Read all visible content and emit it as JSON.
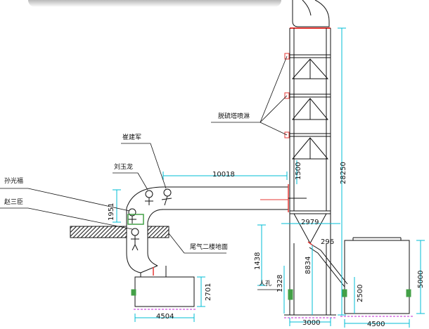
{
  "labels": {
    "desulfurization_spray": "脱硫塔喷淋",
    "worker_cui": "崔建军",
    "worker_liu": "刘玉龙",
    "worker_sun": "孙光福",
    "worker_zhao": "赵三臣",
    "exhaust_floor": "尾气二楼地面",
    "manhole": "人孔"
  },
  "dimensions": {
    "duct_length": "10018",
    "tower_height": "28250",
    "spray_spacing": "1500",
    "tower_width_upper": "2979",
    "cone_height": "1438",
    "manhole_height": "1328",
    "tower_lower_height": "8834",
    "pipe_angle": "296",
    "elbow_height": "1951",
    "fan_base_height": "2701",
    "fan_base_width": "4504",
    "tower_base_width": "3000",
    "tank_height": "2500",
    "tank_total_height": "5000",
    "tank_width": "4500"
  },
  "colors": {
    "line": "#111111",
    "dimension": "#00bcd4",
    "flange": "#e53935",
    "base_dash": "#c026d3",
    "marker": "#43a047",
    "callout": "#3949ab"
  }
}
